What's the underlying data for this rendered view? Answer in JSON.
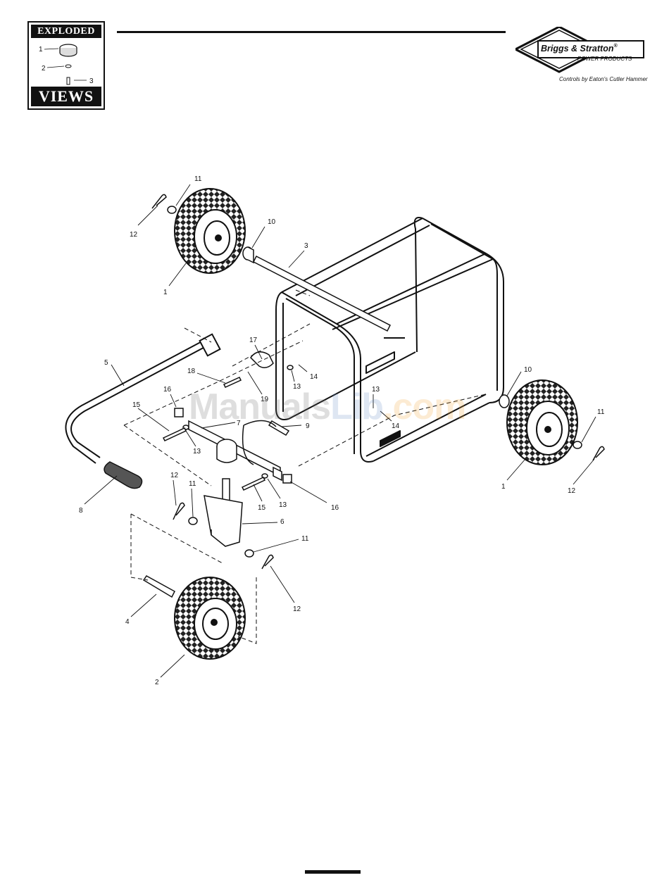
{
  "badge": {
    "top_label": "EXPLODED",
    "bottom_label": "VIEWS",
    "mini_callouts": [
      "1",
      "2",
      "3"
    ]
  },
  "brand": {
    "name": "Briggs & Stratton",
    "registered": "®",
    "subtitle": "POWER PRODUCTS",
    "tagline": "Controls by Eaton's Cutler Hammer"
  },
  "watermark": {
    "part_a": "Manuals",
    "part_b": "Lib",
    "part_c": ".com"
  },
  "callouts": [
    "11",
    "12",
    "10",
    "3",
    "1",
    "17",
    "5",
    "18",
    "14",
    "13",
    "19",
    "16",
    "15",
    "7",
    "9",
    "13",
    "14",
    "13",
    "10",
    "11",
    "1",
    "12",
    "8",
    "12",
    "11",
    "15",
    "13",
    "16",
    "6",
    "11",
    "12",
    "4",
    "2"
  ]
}
